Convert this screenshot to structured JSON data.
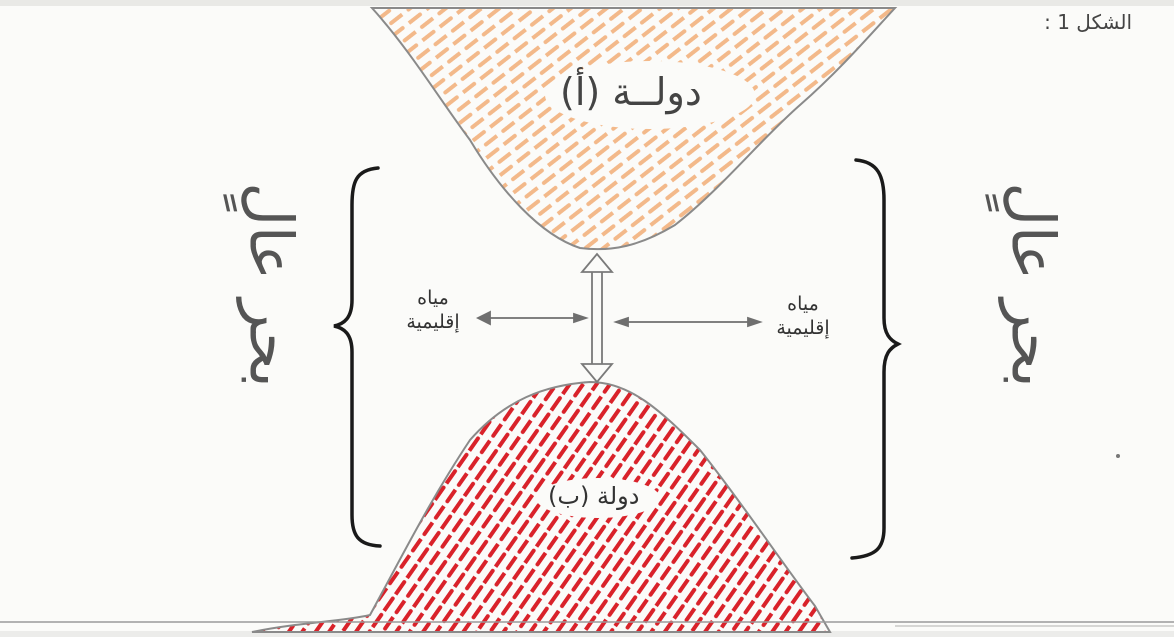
{
  "figure": {
    "label": "الشكل 1 :"
  },
  "states": {
    "a_label": "دولــة (أ)",
    "b_label": "دولة (ب)"
  },
  "waters": {
    "left_label": "مياه إقليمية",
    "right_label": "مياه إقليمية"
  },
  "seas": {
    "left_label": "بحر عالٍ",
    "right_label": "بحر عالٍ"
  },
  "colors": {
    "paper": "#fbfbf9",
    "state_a_hatch": "#f3b98a",
    "state_b_hatch": "#d9222a",
    "outline": "#8a8a8a",
    "brace": "#1a1a1a"
  },
  "icons": {
    "vertical_arrow": "double-headed-arrow",
    "horizontal_arrow": "double-headed-arrow"
  }
}
